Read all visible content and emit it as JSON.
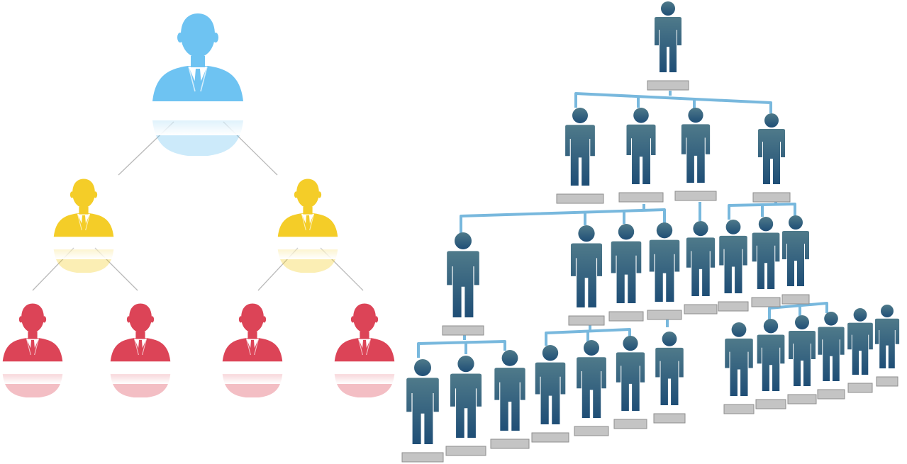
{
  "left_chart": {
    "connector_color": "#b9b9b9",
    "nodes": [
      {
        "id": "root",
        "level": 0,
        "color": "#6ec3f2"
      },
      {
        "id": "mid-left",
        "level": 1,
        "color": "#f4cd28"
      },
      {
        "id": "mid-right",
        "level": 1,
        "color": "#f4cd28"
      },
      {
        "id": "leaf-1",
        "level": 2,
        "color": "#dc4457"
      },
      {
        "id": "leaf-2",
        "level": 2,
        "color": "#dc4457"
      },
      {
        "id": "leaf-3",
        "level": 2,
        "color": "#dc4457"
      },
      {
        "id": "leaf-4",
        "level": 2,
        "color": "#dc4457"
      }
    ]
  },
  "right_chart": {
    "figure_color_top": "#4f7a8a",
    "figure_color_bottom": "#1f4e76",
    "line_color": "#78b8dd",
    "nameplate_color": "#c4c4c4",
    "nameplate_border": "#8e8e8e"
  }
}
